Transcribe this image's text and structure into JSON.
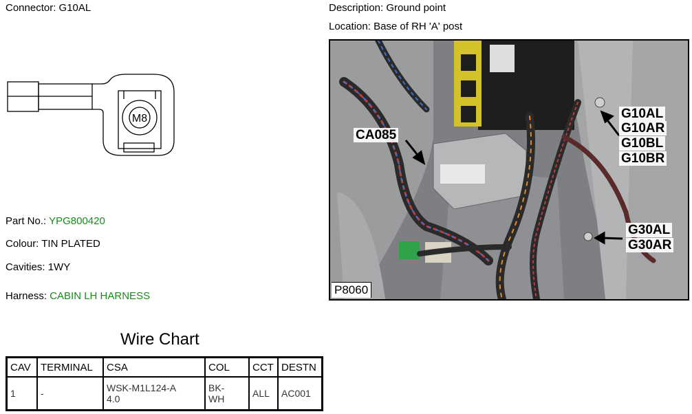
{
  "connector": {
    "label": "Connector:",
    "value": "G10AL"
  },
  "description": {
    "label": "Description:",
    "value": "Ground point"
  },
  "location": {
    "label": "Location:",
    "value": "Base of RH 'A' post"
  },
  "part_no": {
    "label": "Part No.:",
    "value": "YPG800420"
  },
  "colour": {
    "label": "Colour:",
    "value": "TIN PLATED"
  },
  "cavities": {
    "label": "Cavities:",
    "value": "1WY"
  },
  "harness": {
    "label": "Harness:",
    "value": "CABIN LH HARNESS"
  },
  "drawing": {
    "stud_label": "M8"
  },
  "photo": {
    "id": "P8060",
    "callouts": {
      "ca085": "CA085",
      "g10al": "G10AL",
      "g10ar": "G10AR",
      "g10bl": "G10BL",
      "g10br": "G10BR",
      "g30al": "G30AL",
      "g30ar": "G30AR"
    }
  },
  "wire_chart": {
    "title": "Wire Chart",
    "headers": [
      "CAV",
      "TERMINAL",
      "CSA",
      "COL",
      "CCT",
      "DESTN"
    ],
    "rows": [
      {
        "cav": "1",
        "terminal": "-",
        "csa_line1": "WSK-M1L124-A",
        "csa_line2": "4.0",
        "col_line1": "BK-",
        "col_line2": "WH",
        "cct": "ALL",
        "destn": "AC001"
      }
    ]
  },
  "colors": {
    "green_text": "#1a8a1a"
  }
}
